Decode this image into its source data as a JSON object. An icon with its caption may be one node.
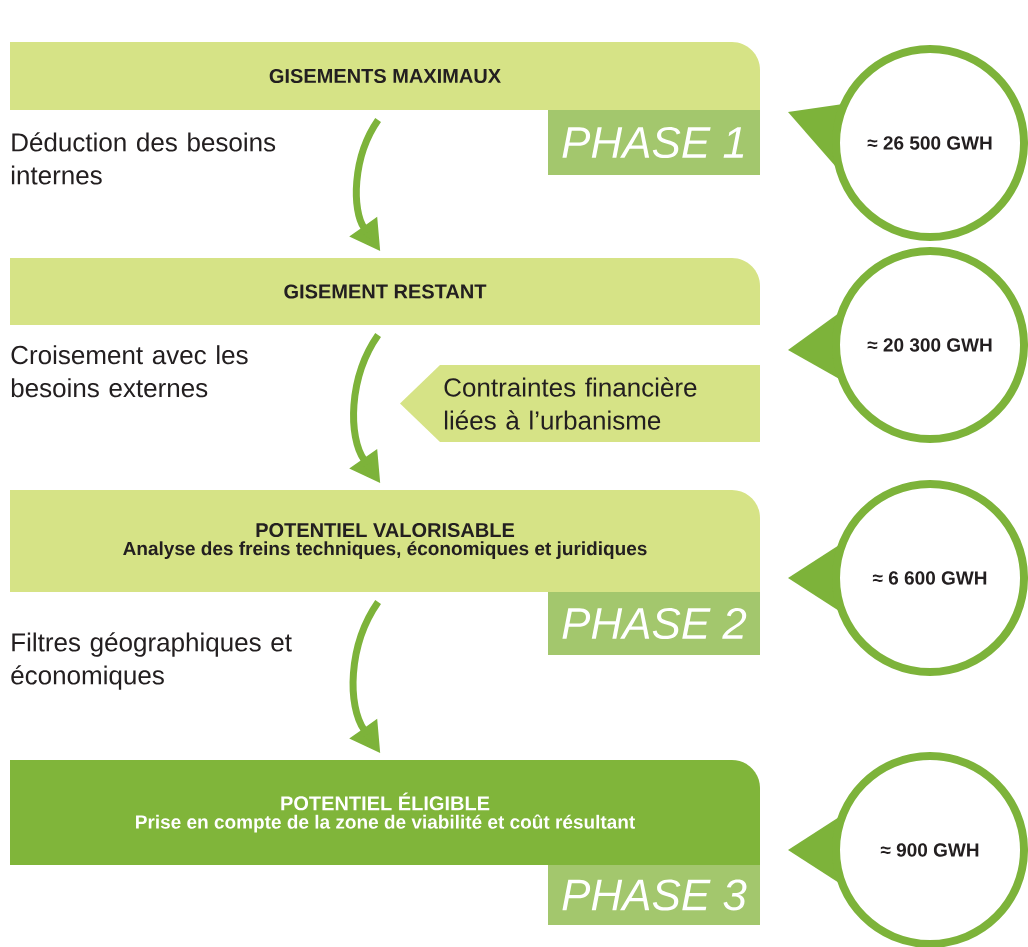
{
  "diagram": {
    "nodes": [
      {
        "text": [
          "GISEMENTS MAXIMAUX"
        ]
      },
      {
        "text": [
          "PHASE 1"
        ]
      },
      {
        "text": [
          "≈ 26 500 GWH"
        ]
      },
      {
        "text": [
          "GISEMENT RESTANT"
        ]
      },
      {
        "text": [
          "≈ 20 300 GWH"
        ]
      },
      {
        "text": [
          "Contraintes financière liées à l’urbanisme"
        ]
      },
      {
        "text": [
          "POTENTIEL VALORISABLE",
          "Analyse des freins techniques, économiques et juridiques"
        ]
      },
      {
        "text": [
          "PHASE 2"
        ]
      },
      {
        "text": [
          "≈ 6 600 GWH"
        ]
      },
      {
        "text": [
          "POTENTIEL ÉLIGIBLE",
          "Prise en compte de la zone de viabilité et coût résultant"
        ]
      },
      {
        "text": [
          "PHASE 3"
        ]
      },
      {
        "text": [
          "≈ 900 GWH"
        ]
      }
    ],
    "edges": [
      {
        "from": 0,
        "to": 3,
        "arrow": "to",
        "label": "Déduction des besoins internes"
      },
      {
        "from": 3,
        "to": 6,
        "arrow": "to",
        "label": "Croisement avec les besoins externes"
      },
      {
        "from": 6,
        "to": 9,
        "arrow": "to",
        "label": "Filtres géographiques et économiques"
      }
    ]
  }
}
